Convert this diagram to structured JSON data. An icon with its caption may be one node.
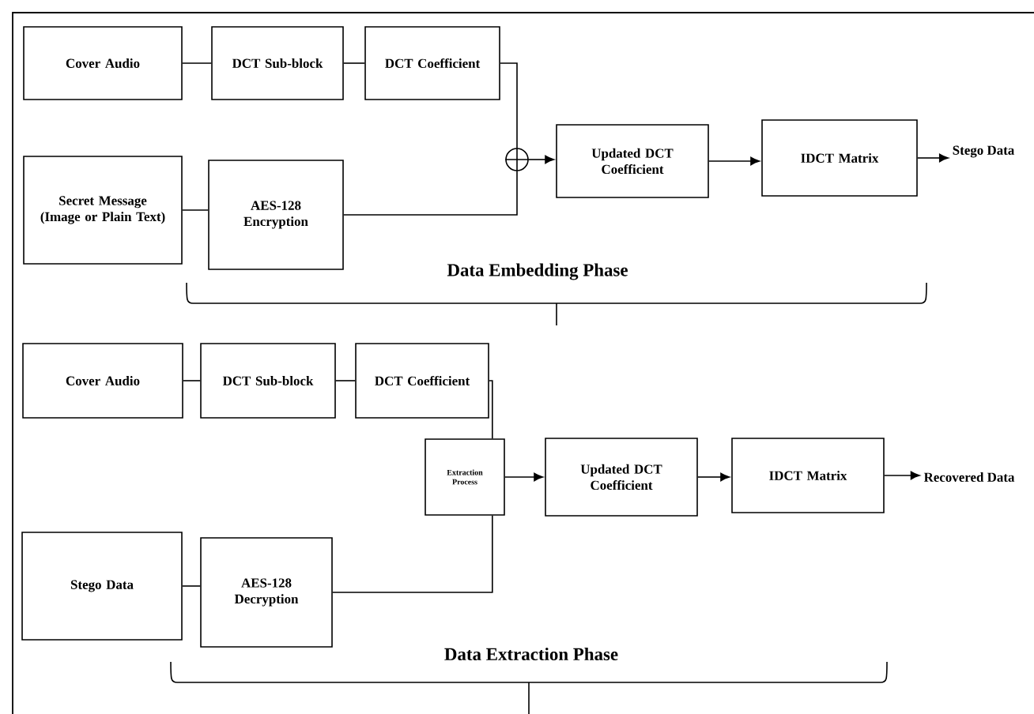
{
  "diagram": {
    "nodes": [
      {
        "text": [
          "Cover Audio"
        ]
      },
      {
        "text": [
          "DCT Sub-block"
        ]
      },
      {
        "text": [
          "DCT Coefficient"
        ]
      },
      {
        "text": [
          "Secret Message (Image or Plain Text)"
        ]
      },
      {
        "text": [
          "AES-128 Encryption"
        ]
      },
      {
        "text": [],
        "shape": "circle"
      },
      {
        "text": [
          "Updated DCT Coefficient"
        ]
      },
      {
        "text": [
          "IDCT Matrix"
        ]
      },
      {
        "text": [
          "Stego Data"
        ]
      },
      {
        "text": [
          "Cover Audio"
        ]
      },
      {
        "text": [
          "DCT Sub-block"
        ]
      },
      {
        "text": [
          "DCT Coefficient"
        ]
      },
      {
        "text": [
          "Extraction Process"
        ]
      },
      {
        "text": [
          "Updated DCT Coefficient"
        ]
      },
      {
        "text": [
          "IDCT Matrix"
        ]
      },
      {
        "text": [
          "Recovered Data"
        ]
      },
      {
        "text": [
          "Stego Data"
        ]
      },
      {
        "text": [
          "AES-128 Decryption"
        ]
      }
    ],
    "edges": [
      {
        "from": 0,
        "to": 1,
        "arrow": "none"
      },
      {
        "from": 1,
        "to": 2,
        "arrow": "none"
      },
      {
        "from": 2,
        "to": 5,
        "arrow": "none"
      },
      {
        "from": 3,
        "to": 4,
        "arrow": "none"
      },
      {
        "from": 4,
        "to": 5,
        "arrow": "none"
      },
      {
        "from": 5,
        "to": 6,
        "arrow": "to"
      },
      {
        "from": 6,
        "to": 7,
        "arrow": "to"
      },
      {
        "from": 7,
        "to": 8,
        "arrow": "to"
      },
      {
        "from": 9,
        "to": 10,
        "arrow": "none"
      },
      {
        "from": 10,
        "to": 11,
        "arrow": "none"
      },
      {
        "from": 11,
        "to": 12,
        "arrow": "none"
      },
      {
        "from": 16,
        "to": 17,
        "arrow": "none"
      },
      {
        "from": 17,
        "to": 12,
        "arrow": "none"
      },
      {
        "from": 12,
        "to": 13,
        "arrow": "to"
      },
      {
        "from": 13,
        "to": 14,
        "arrow": "to"
      },
      {
        "from": 14,
        "to": 15,
        "arrow": "to"
      }
    ],
    "labels": [
      "Data Embedding Phase",
      "Data Extraction Phase"
    ]
  }
}
